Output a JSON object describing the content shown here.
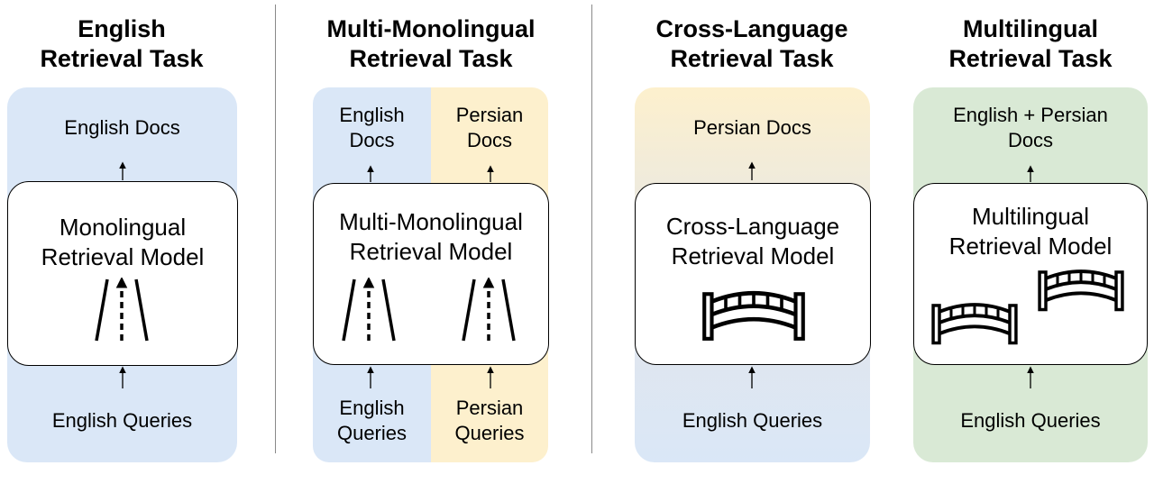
{
  "tasks": [
    {
      "title_line1": "English",
      "title_line2": "Retrieval Task",
      "docs": "English Docs",
      "model_line1": "Monolingual",
      "model_line2": "Retrieval Model",
      "queries": "English Queries",
      "icon": "road-icon"
    },
    {
      "title_line1": "Multi-Monolingual",
      "title_line2": "Retrieval Task",
      "docs_left_line1": "English",
      "docs_left_line2": "Docs",
      "docs_right_line1": "Persian",
      "docs_right_line2": "Docs",
      "model_line1": "Multi-Monolingual",
      "model_line2": "Retrieval Model",
      "queries_left_line1": "English",
      "queries_left_line2": "Queries",
      "queries_right_line1": "Persian",
      "queries_right_line2": "Queries",
      "icon": "road-icon"
    },
    {
      "title_line1": "Cross-Language",
      "title_line2": "Retrieval Task",
      "docs": "Persian Docs",
      "model_line1": "Cross-Language",
      "model_line2": "Retrieval Model",
      "queries": "English Queries",
      "icon": "bridge-icon"
    },
    {
      "title_line1": "Multilingual",
      "title_line2": "Retrieval Task",
      "docs_line1": "English + Persian",
      "docs_line2": "Docs",
      "model_line1": "Multilingual",
      "model_line2": "Retrieval Model",
      "queries": "English Queries",
      "icon": "bridge-icon"
    }
  ],
  "colors": {
    "english": "#dae7f7",
    "persian": "#fdf0cd",
    "multilingual": "#d9e9d5",
    "divider": "#8a8a8a"
  }
}
